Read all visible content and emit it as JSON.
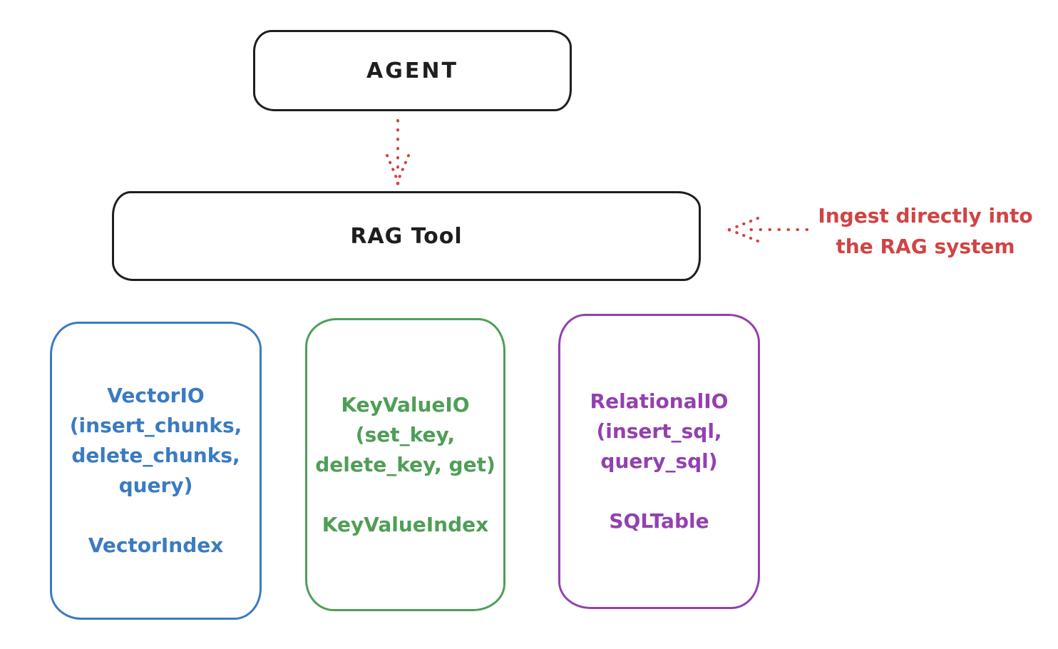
{
  "colors": {
    "ink": "#1e1e1e",
    "red": "#d04444",
    "blue": "#3a7bc2",
    "green": "#4f9e57",
    "purple": "#9340b0",
    "canvas": "#ffffff"
  },
  "nodes": {
    "agent": {
      "label": "AGENT"
    },
    "rag_tool": {
      "label": "RAG Tool"
    },
    "vector_io": {
      "lines": [
        "VectorIO",
        "(insert_chunks,",
        "delete_chunks,",
        "query)"
      ],
      "index": "VectorIndex"
    },
    "key_value_io": {
      "lines": [
        "KeyValueIO",
        "(set_key,",
        "delete_key, get)"
      ],
      "index": "KeyValueIndex"
    },
    "relational_io": {
      "lines": [
        "RelationalIO",
        "(insert_sql,",
        "query_sql)"
      ],
      "index": "SQLTable"
    }
  },
  "annotation": {
    "line1": "Ingest directly into",
    "line2": "the RAG system"
  },
  "edges": [
    {
      "from": "AGENT",
      "to": "RAG Tool",
      "style": "dotted",
      "color": "red",
      "direction": "down"
    },
    {
      "from": "Ingest directly into the RAG system",
      "to": "RAG Tool",
      "style": "dotted",
      "color": "red",
      "direction": "left"
    }
  ]
}
